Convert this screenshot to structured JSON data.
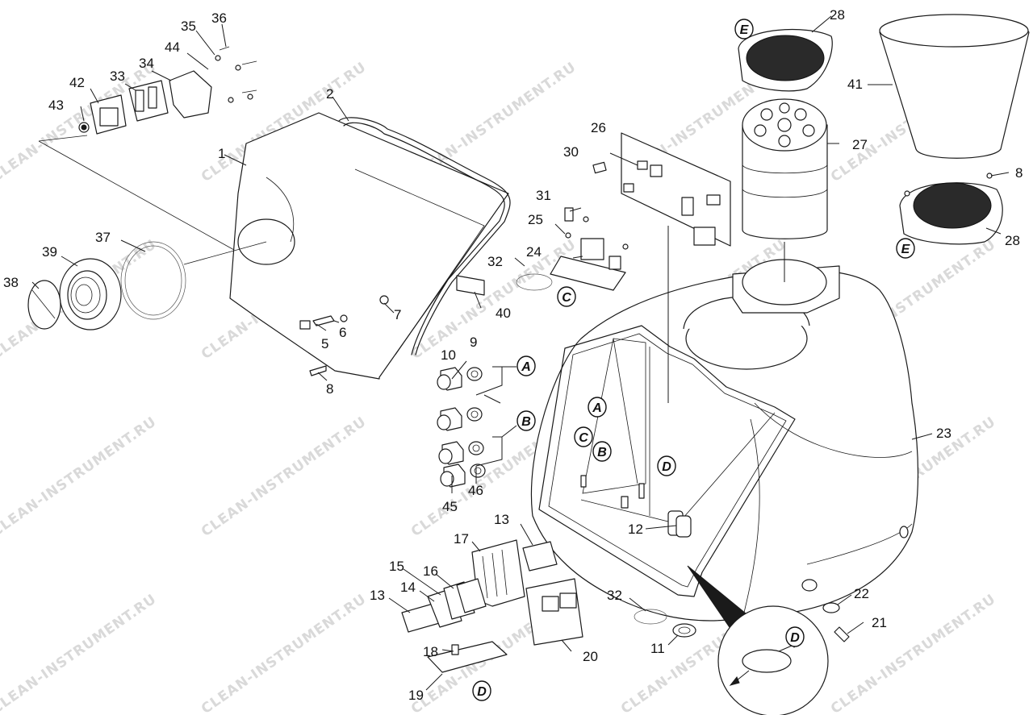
{
  "watermark": "CLEAN-INSTRUMENT.RU",
  "labels": [
    {
      "id": "1",
      "text": "1"
    },
    {
      "id": "2",
      "text": "2"
    },
    {
      "id": "5",
      "text": "5"
    },
    {
      "id": "6",
      "text": "6"
    },
    {
      "id": "7",
      "text": "7"
    },
    {
      "id": "8a",
      "text": "8"
    },
    {
      "id": "8b",
      "text": "8"
    },
    {
      "id": "9",
      "text": "9"
    },
    {
      "id": "10",
      "text": "10"
    },
    {
      "id": "11",
      "text": "11"
    },
    {
      "id": "12",
      "text": "12"
    },
    {
      "id": "13a",
      "text": "13"
    },
    {
      "id": "13b",
      "text": "13"
    },
    {
      "id": "14",
      "text": "14"
    },
    {
      "id": "15",
      "text": "15"
    },
    {
      "id": "16",
      "text": "16"
    },
    {
      "id": "17",
      "text": "17"
    },
    {
      "id": "18",
      "text": "18"
    },
    {
      "id": "19",
      "text": "19"
    },
    {
      "id": "20",
      "text": "20"
    },
    {
      "id": "21",
      "text": "21"
    },
    {
      "id": "22",
      "text": "22"
    },
    {
      "id": "23",
      "text": "23"
    },
    {
      "id": "24",
      "text": "24"
    },
    {
      "id": "25",
      "text": "25"
    },
    {
      "id": "26",
      "text": "26"
    },
    {
      "id": "27",
      "text": "27"
    },
    {
      "id": "28a",
      "text": "28"
    },
    {
      "id": "28b",
      "text": "28"
    },
    {
      "id": "30",
      "text": "30"
    },
    {
      "id": "31",
      "text": "31"
    },
    {
      "id": "32a",
      "text": "32"
    },
    {
      "id": "32b",
      "text": "32"
    },
    {
      "id": "33",
      "text": "33"
    },
    {
      "id": "34",
      "text": "34"
    },
    {
      "id": "35",
      "text": "35"
    },
    {
      "id": "36",
      "text": "36"
    },
    {
      "id": "37",
      "text": "37"
    },
    {
      "id": "38",
      "text": "38"
    },
    {
      "id": "39",
      "text": "39"
    },
    {
      "id": "40",
      "text": "40"
    },
    {
      "id": "41",
      "text": "41"
    },
    {
      "id": "42",
      "text": "42"
    },
    {
      "id": "43",
      "text": "43"
    },
    {
      "id": "44",
      "text": "44"
    },
    {
      "id": "45",
      "text": "45"
    },
    {
      "id": "46",
      "text": "46"
    }
  ],
  "refs": [
    {
      "id": "A1",
      "text": "A"
    },
    {
      "id": "A2",
      "text": "A"
    },
    {
      "id": "B1",
      "text": "B"
    },
    {
      "id": "B2",
      "text": "B"
    },
    {
      "id": "C1",
      "text": "C"
    },
    {
      "id": "C2",
      "text": "C"
    },
    {
      "id": "D1",
      "text": "D"
    },
    {
      "id": "D2",
      "text": "D"
    },
    {
      "id": "D3",
      "text": "D"
    },
    {
      "id": "E1",
      "text": "E"
    },
    {
      "id": "E2",
      "text": "E"
    }
  ]
}
